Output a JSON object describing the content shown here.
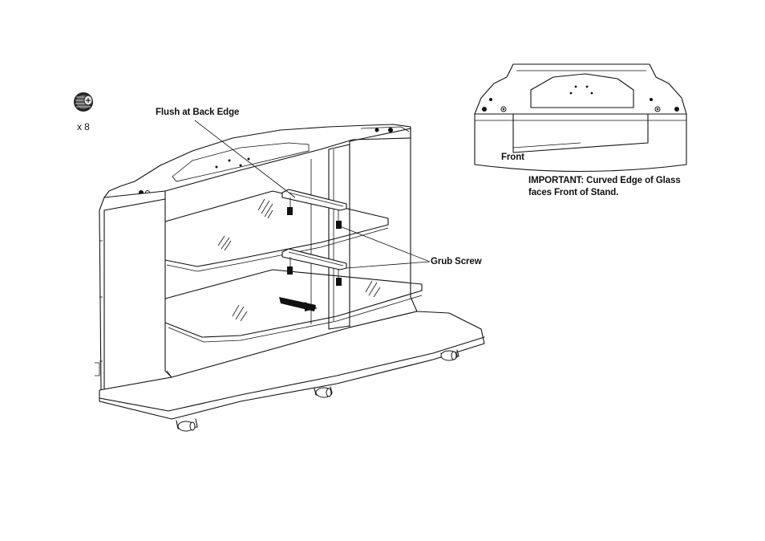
{
  "hardware": {
    "quantity_label": "x 8"
  },
  "labels": {
    "flush": "Flush at Back Edge",
    "grub": "Grub Screw",
    "front": "Front",
    "important_line1": "IMPORTANT: Curved Edge of Glass",
    "important_line2": "faces Front of Stand."
  }
}
